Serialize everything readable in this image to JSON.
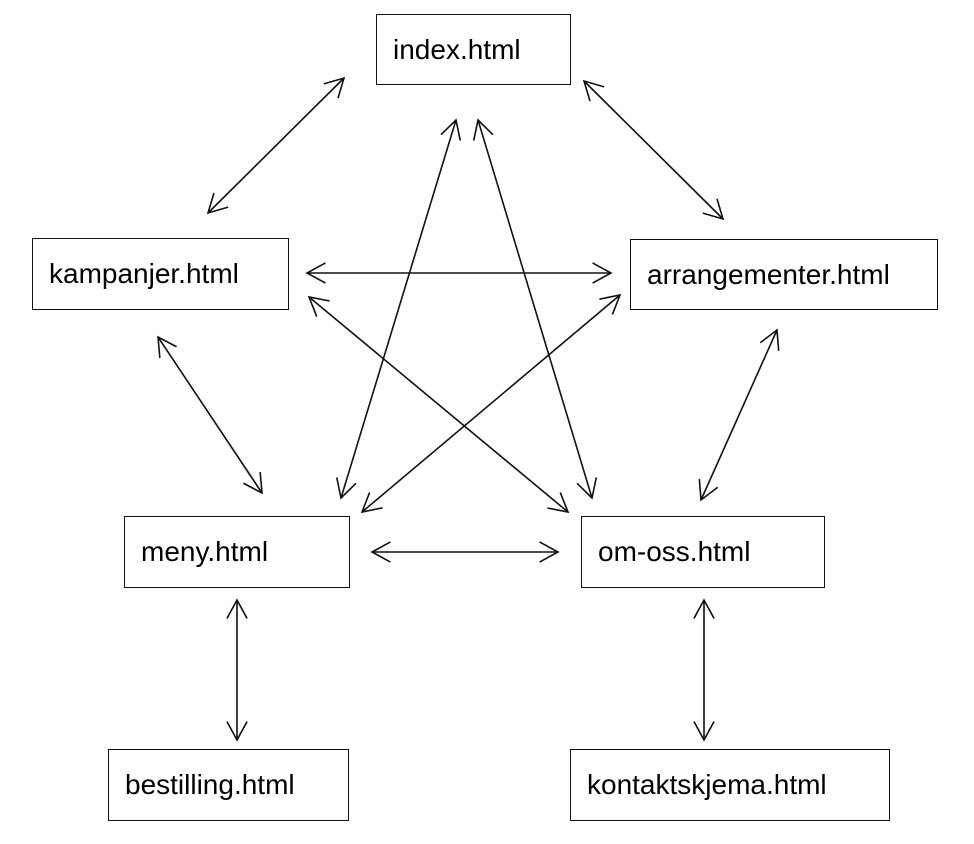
{
  "nodes": [
    {
      "id": "index",
      "label": "index.html"
    },
    {
      "id": "kampanjer",
      "label": "kampanjer.html"
    },
    {
      "id": "arrangementer",
      "label": "arrangementer.html"
    },
    {
      "id": "meny",
      "label": "meny.html"
    },
    {
      "id": "omoss",
      "label": "om-oss.html"
    },
    {
      "id": "bestilling",
      "label": "bestilling.html"
    },
    {
      "id": "kontakt",
      "label": "kontaktskjema.html"
    }
  ],
  "edges": [
    {
      "from": "index",
      "to": "kampanjer",
      "direction": "both"
    },
    {
      "from": "index",
      "to": "arrangementer",
      "direction": "both"
    },
    {
      "from": "index",
      "to": "meny",
      "direction": "both"
    },
    {
      "from": "index",
      "to": "omoss",
      "direction": "both"
    },
    {
      "from": "kampanjer",
      "to": "arrangementer",
      "direction": "both"
    },
    {
      "from": "kampanjer",
      "to": "omoss",
      "direction": "both"
    },
    {
      "from": "kampanjer",
      "to": "meny",
      "direction": "both"
    },
    {
      "from": "arrangementer",
      "to": "meny",
      "direction": "both"
    },
    {
      "from": "arrangementer",
      "to": "omoss",
      "direction": "both"
    },
    {
      "from": "meny",
      "to": "omoss",
      "direction": "both"
    },
    {
      "from": "meny",
      "to": "bestilling",
      "direction": "both"
    },
    {
      "from": "omoss",
      "to": "kontakt",
      "direction": "both"
    }
  ],
  "colors": {
    "stroke": "#111111",
    "background": "#ffffff",
    "text": "#000000"
  }
}
